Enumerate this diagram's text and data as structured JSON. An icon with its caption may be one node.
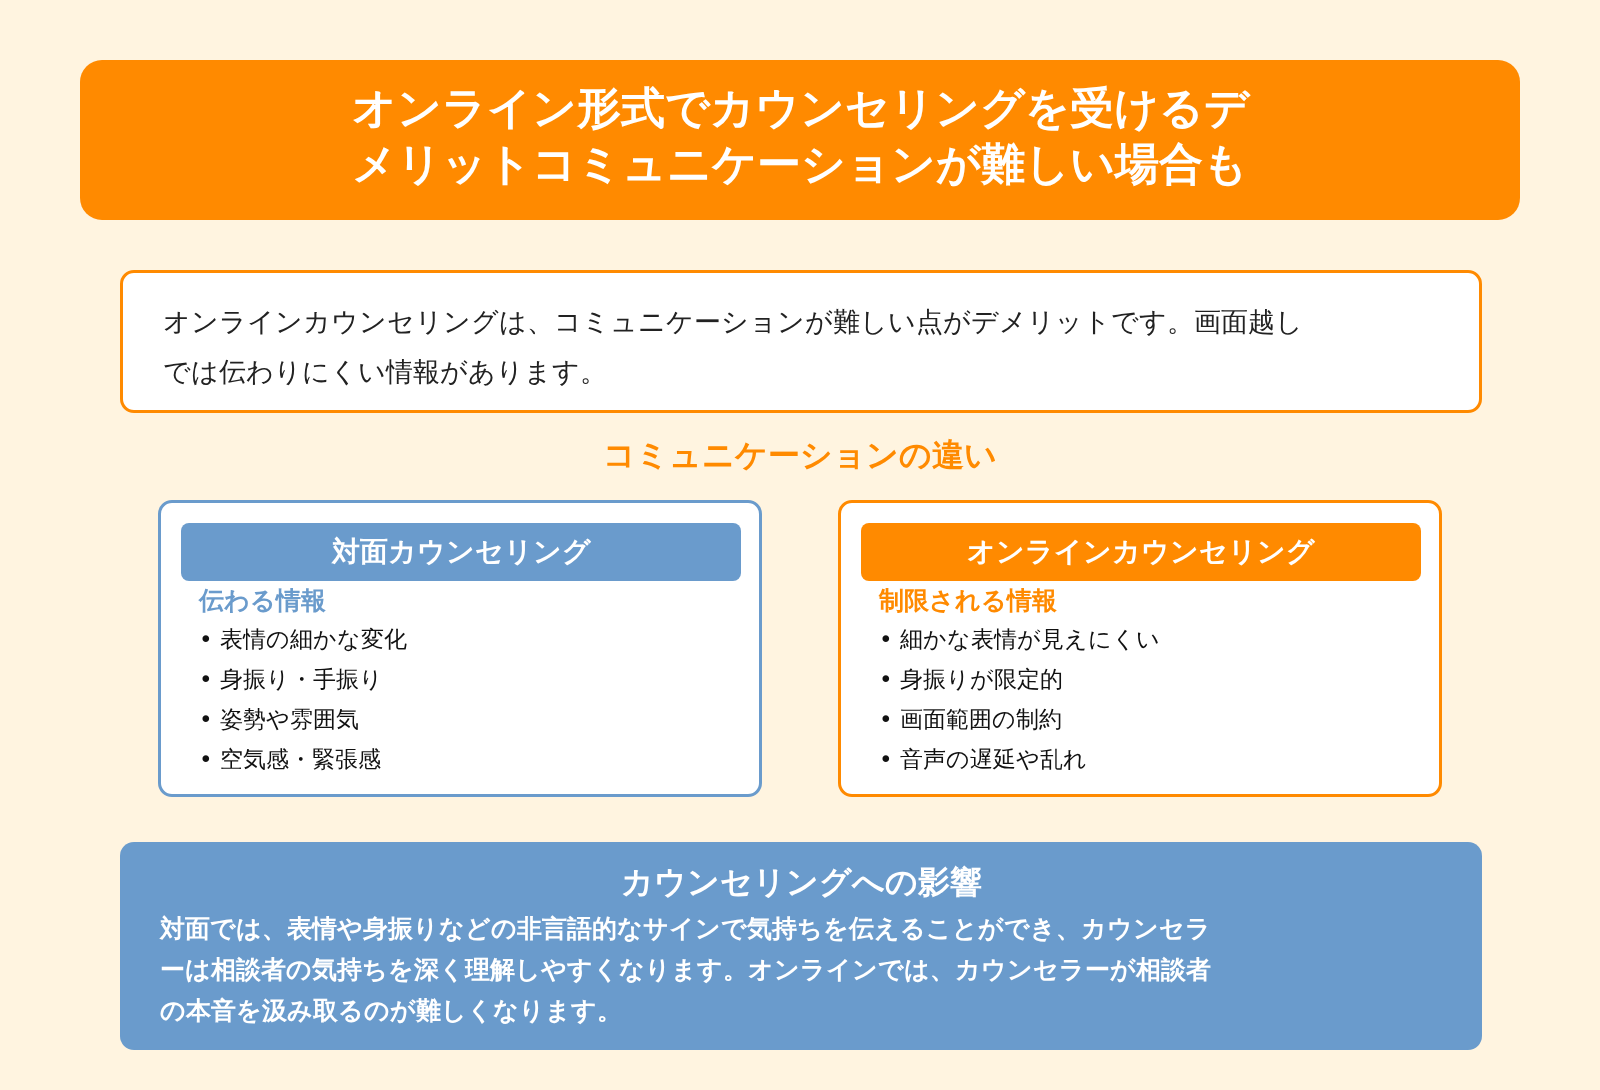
{
  "diagram": {
    "title": "オンライン形式でカウンセリングを受けるデメリットコミュニケーションが難しい場合も",
    "nodes": [
      {
        "text": [
          "オンラインカウンセリングは、コミュニケーションが難しい点がデメリットです。画面越しでは伝わりにくい情報があります。"
        ]
      },
      {
        "text": [
          "伝わる情報",
          "• 表情の細かな変化",
          "• 身振り・手振り",
          "• 姿勢や雰囲気",
          "• 空気感・緊張感"
        ]
      },
      {
        "text": [
          "対面カウンセリング"
        ],
        "in": 1
      },
      {
        "text": [
          "制限される情報",
          "• 細かな表情が見えにくい",
          "• 身振りが限定的",
          "• 画面範囲の制約",
          "• 音声の遅延や乱れ"
        ]
      },
      {
        "text": [
          "オンラインカウンセリング"
        ],
        "in": 3
      },
      {
        "text": [
          "カウンセリングへの影響",
          "対面では、表情や身振りなどの非言語的なサインで気持ちを伝えることができ、カウンセラーは相談者の気持ちを深く理解しやすくなります。オンラインでは、カウンセラーが相談者の本音を汲み取るのが難しくなります。"
        ]
      }
    ],
    "edges": [],
    "labels": [
      "コミュニケーションの違い"
    ]
  }
}
